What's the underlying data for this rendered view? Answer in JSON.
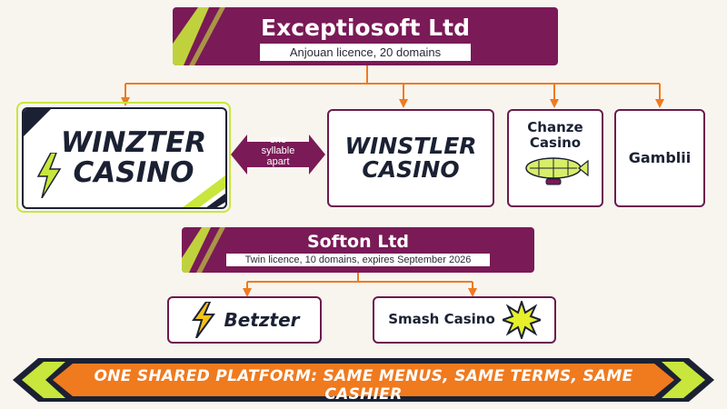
{
  "operator_top": {
    "name": "Exceptiosoft Ltd",
    "licence": "Anjouan licence, 20 domains"
  },
  "operator_bottom": {
    "name": "Softon Ltd",
    "licence": "Twin licence, 10 domains, expires September 2026"
  },
  "brands_top": [
    {
      "line1": "Winzter",
      "line2": "Casino"
    },
    {
      "line1": "Winstler",
      "line2": "Casino"
    },
    {
      "line1": "Chanze",
      "line2": "Casino"
    },
    {
      "line1": "Gamblii",
      "line2": ""
    }
  ],
  "similarity_note": {
    "line1": "one",
    "line2": "syllable",
    "line3": "apart"
  },
  "brands_bottom": [
    {
      "name": "Betzter"
    },
    {
      "name": "Smash Casino"
    }
  ],
  "footer": {
    "text": "ONE SHARED PLATFORM: SAME MENUS, SAME TERMS, SAME CASHIER"
  },
  "colors": {
    "plum": "#7a1a57",
    "lime": "#c8e63c",
    "orange": "#f07a1e",
    "navy": "#1b2133"
  },
  "icons": [
    "lightning-bolt-icon",
    "airship-icon",
    "explosion-icon",
    "arrow-connector-icon"
  ]
}
